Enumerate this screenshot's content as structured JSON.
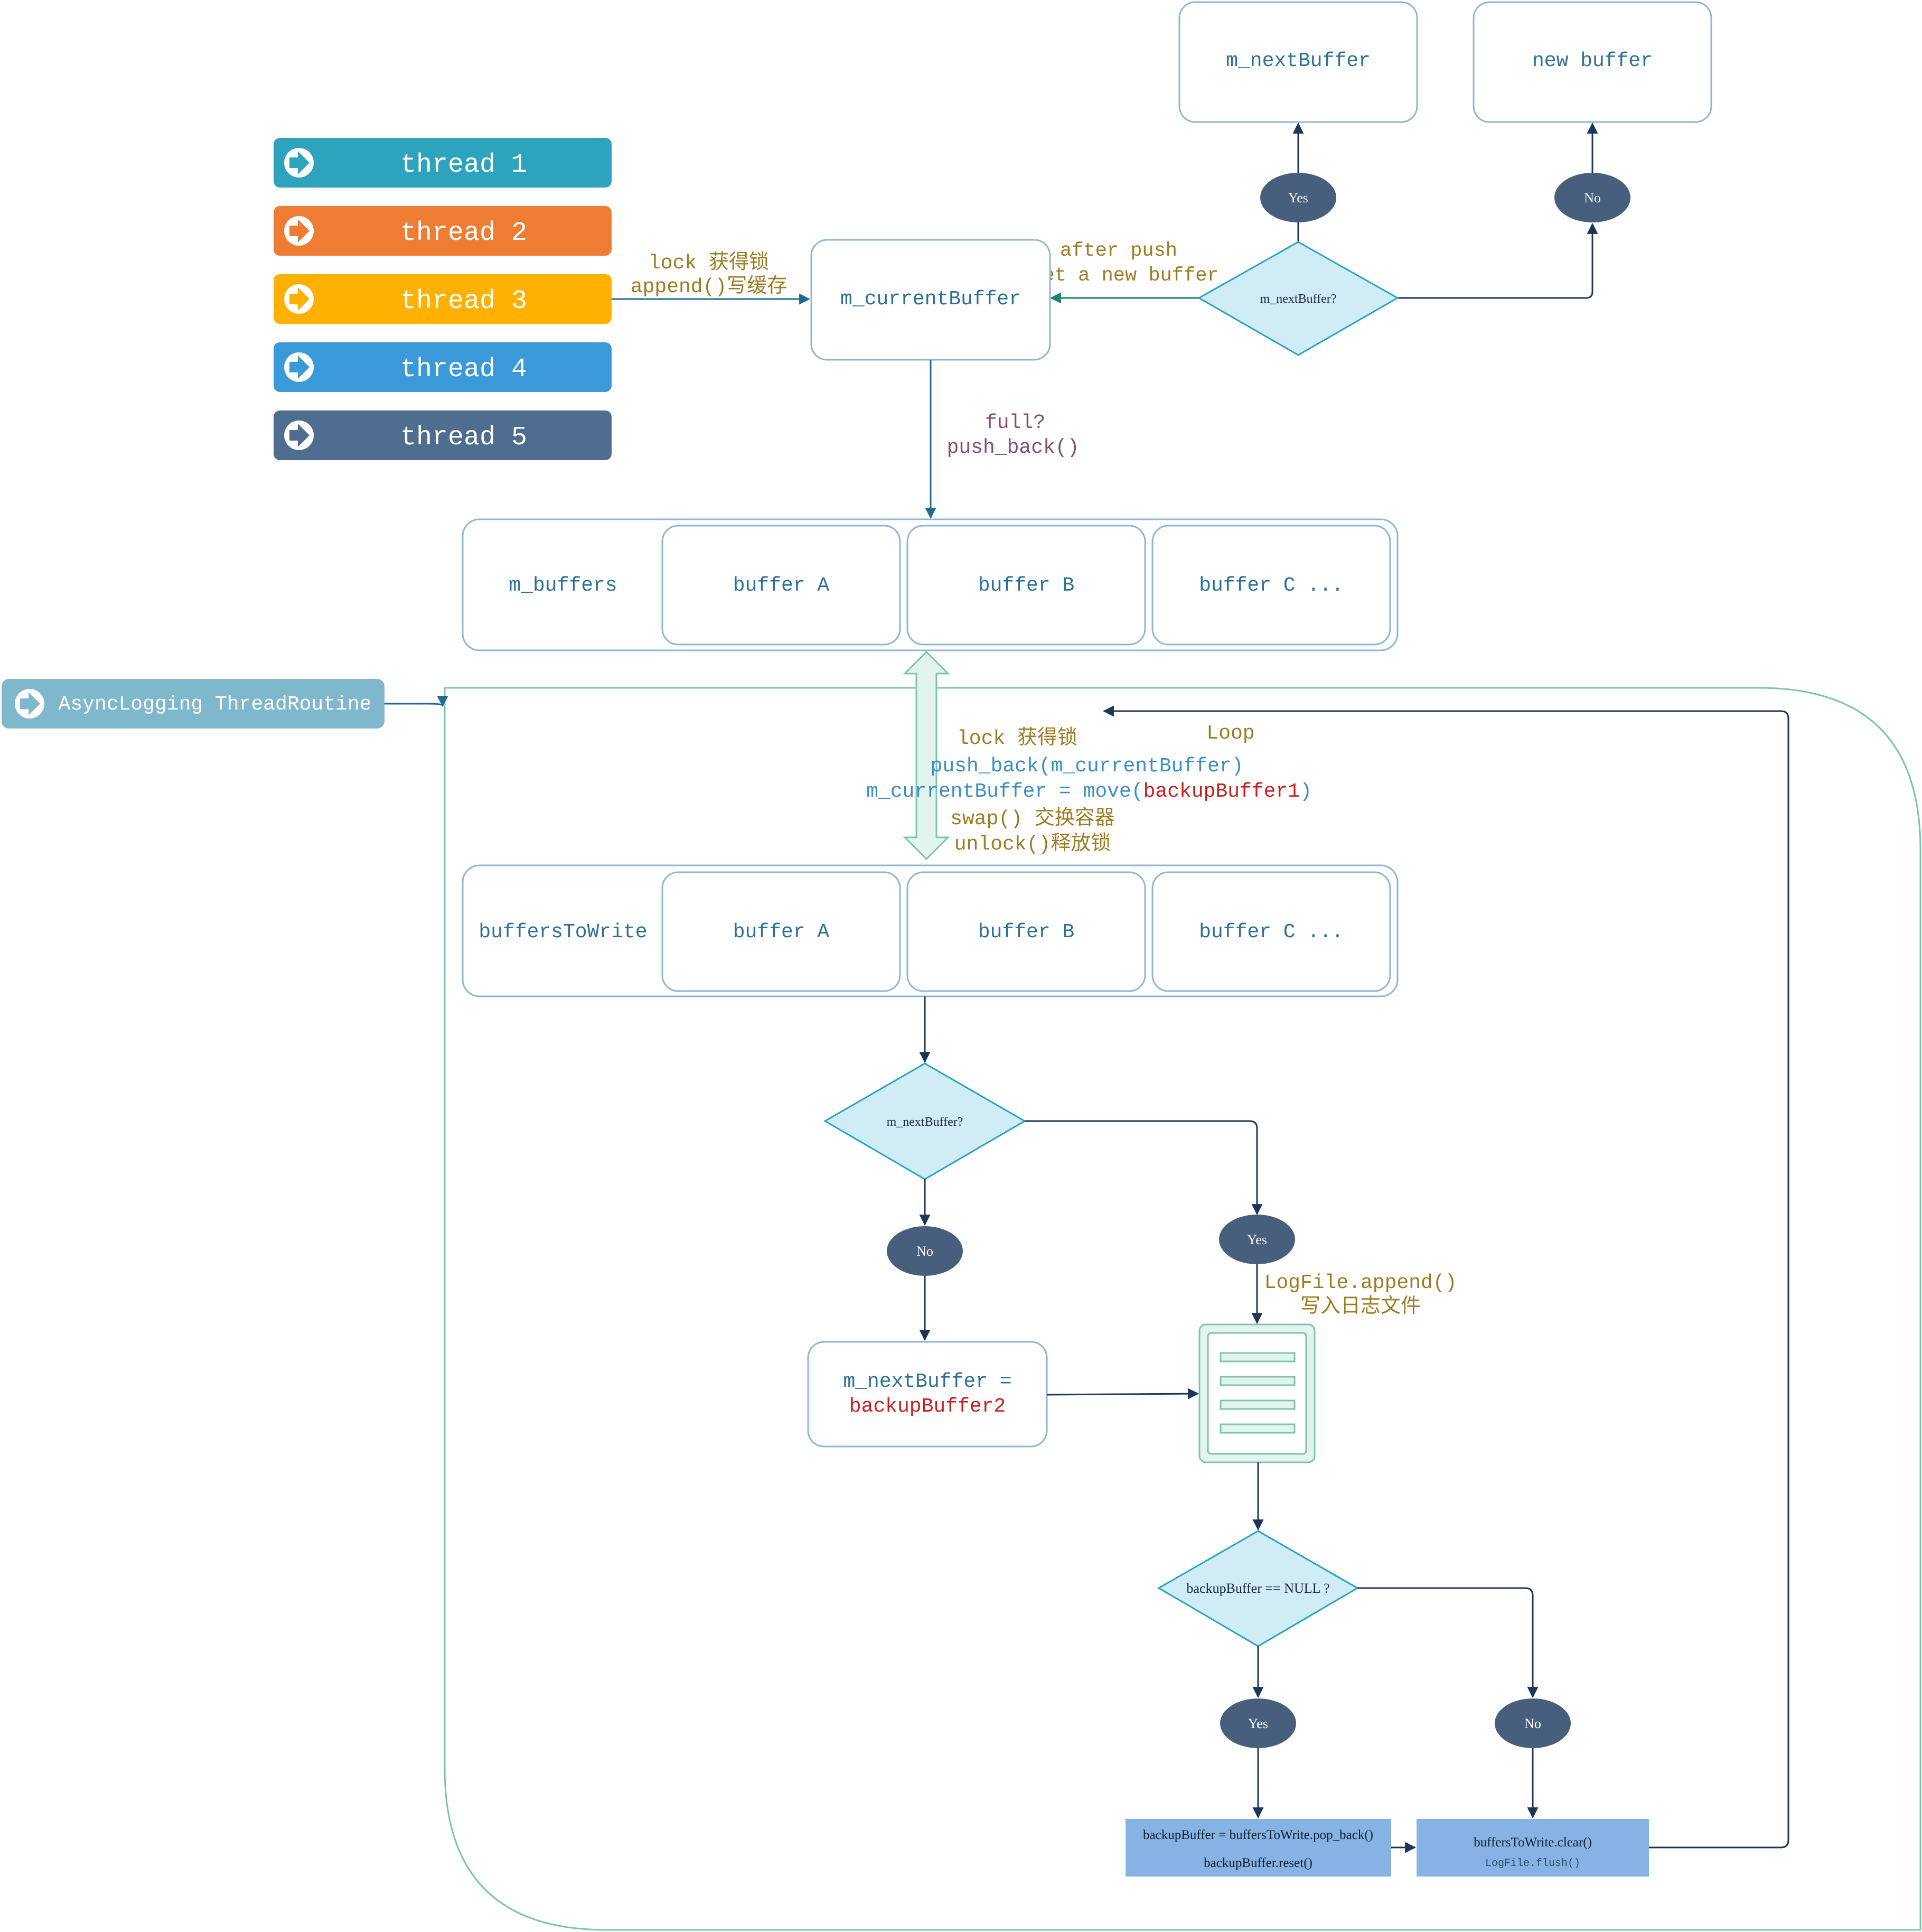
{
  "threads": [
    "thread 1",
    "thread 2",
    "thread 3",
    "thread 4",
    "thread 5"
  ],
  "routine_label": "AsyncLogging ThreadRoutine",
  "top": {
    "next_buffer_box": "m_nextBuffer",
    "new_buffer_box": "new buffer",
    "yes": "Yes",
    "no": "No",
    "decision": "m_nextBuffer?",
    "current_buffer_box": "m_currentBuffer",
    "after_push_line1": "after push",
    "after_push_line2": "get a new buffer",
    "append_line1": "lock 获得锁",
    "append_line2": "append()写缓存",
    "full_line1": "full?",
    "full_line2": "push_back()"
  },
  "m_buffers": {
    "title": "m_buffers",
    "a": "buffer A",
    "b": "buffer B",
    "c": "buffer C ..."
  },
  "swap_note": {
    "line1": "lock 获得锁",
    "line2": "push_back(m_currentBuffer)",
    "line3_prefix": "m_currentBuffer = move(",
    "line3_highlight": "backupBuffer1",
    "line3_suffix": ")",
    "line4": "swap() 交换容器",
    "line5": "unlock()释放锁",
    "loop": "Loop"
  },
  "buffers_to_write": {
    "title": "buffersToWrite",
    "a": "buffer A",
    "b": "buffer B",
    "c": "buffer C ..."
  },
  "lower": {
    "decision": "m_nextBuffer?",
    "no": "No",
    "yes": "Yes",
    "assign_line1": "m_nextBuffer =",
    "assign_line2": "backupBuffer2",
    "logfile_line1": "LogFile.append()",
    "logfile_line2": "写入日志文件",
    "null_decision": "backupBuffer == NULL ?",
    "null_yes": "Yes",
    "null_no": "No",
    "pop_line1": "backupBuffer = buffersToWrite.pop_back()",
    "pop_line2": "backupBuffer.reset()",
    "clear_line1": "buffersToWrite.clear()",
    "clear_line2": "LogFile.flush()"
  },
  "colors": {
    "thread1": "#2ea3bd",
    "thread2": "#ee7d33",
    "thread3": "#ffb000",
    "thread4": "#3a9ad9",
    "thread5": "#4f6d8e",
    "routine": "#7fb8cc",
    "box_stroke": "#8fb5d6",
    "label_blue": "#2b6f9c",
    "annotation_gold": "#9c7c22",
    "annotation_purple": "#8a4b6a",
    "highlight_red": "#c81e1e",
    "decision_fill": "#d0ecf5",
    "decision_stroke": "#2aa3c0",
    "ellipse_fill": "#475f7d",
    "action_fill": "#86b3e4",
    "loop_stroke": "#7cc4b0",
    "arrow_dark": "#1d3557"
  },
  "icons": [
    "arrow-right-circle-icon",
    "document-lines-icon"
  ]
}
